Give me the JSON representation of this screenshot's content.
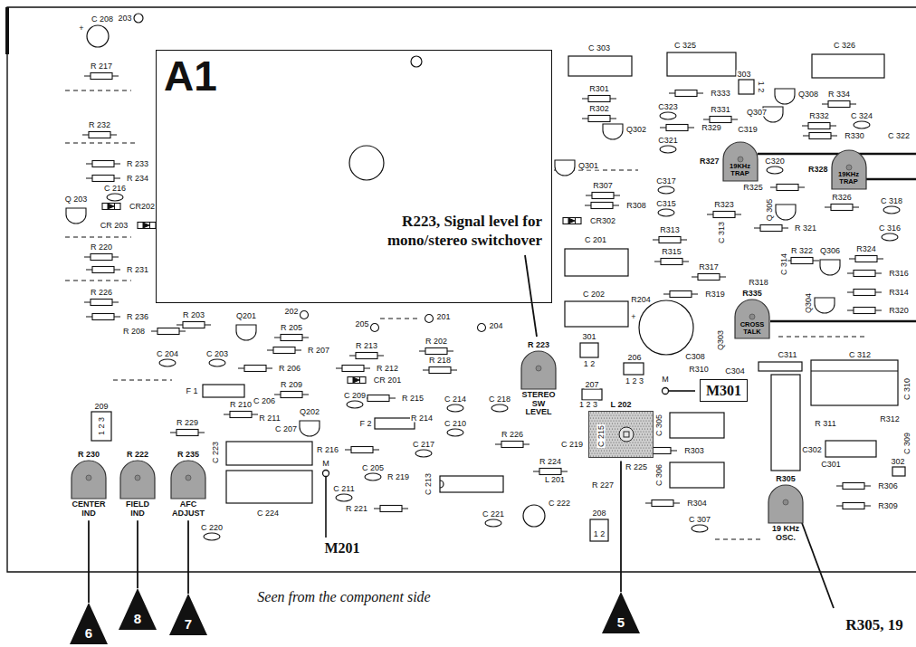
{
  "diagram": {
    "caption": "Seen from the component side",
    "nodes": [
      {
        "text": [
          "A1"
        ]
      },
      {
        "text": [
          "R327",
          "19KHz TRAP"
        ]
      },
      {
        "text": [
          "R328",
          "19KHz TRAP"
        ]
      },
      {
        "text": [
          "R335",
          "CROSS TALK"
        ]
      },
      {
        "text": [
          "R 223",
          "STEREO SW LEVEL"
        ]
      },
      {
        "text": [
          "M301"
        ]
      },
      {
        "text": [
          "L 202"
        ]
      },
      {
        "text": [
          "R 230",
          "CENTER IND"
        ]
      },
      {
        "text": [
          "R 222",
          "FIELD IND"
        ]
      },
      {
        "text": [
          "R 235",
          "AFC ADJUST"
        ]
      },
      {
        "text": [
          "R305",
          "19 KHz OSC."
        ]
      },
      {
        "text": [
          "6"
        ]
      },
      {
        "text": [
          "8"
        ]
      },
      {
        "text": [
          "7"
        ]
      },
      {
        "text": [
          "5"
        ]
      }
    ],
    "edges": [
      {
        "from": 11,
        "to": 7,
        "arrow": "none"
      },
      {
        "from": 12,
        "to": 8,
        "arrow": "none"
      },
      {
        "from": 13,
        "to": 9,
        "arrow": "none"
      },
      {
        "from": 14,
        "to": 6,
        "arrow": "none"
      }
    ],
    "labels": [
      "C 208",
      "203",
      "+",
      "R 217",
      "R 232",
      "R 233",
      "R 234",
      "Q 203",
      "C 216",
      "CR202",
      "CR 203",
      "R 220",
      "R 231",
      "R 226",
      "R 236",
      "R 203",
      "R 208",
      "Q201",
      "202",
      "R 205",
      "205",
      "201",
      "204",
      "R 207",
      "R 213",
      "R 202",
      "C 204",
      "C 203",
      "R 206",
      "R 212",
      "R 218",
      "R 209",
      "CR 201",
      "F 1",
      "R 210",
      "C 206",
      "C 209",
      "R 215",
      "C 214",
      "C 218",
      "209",
      "1 2 3",
      "R 211",
      "Q202",
      "R 214",
      "R 229",
      "C 207",
      "F 2",
      "C 210",
      "C 217",
      "R 216",
      "R 226",
      "C 219",
      "C 223",
      "C 205",
      "R 219",
      "M",
      "R 224",
      "R 225",
      "R 227",
      "C 211",
      "C 213",
      "L 201",
      "R 221",
      "C 224",
      "C 221",
      "C 222",
      "C 220",
      "208",
      "1 2",
      "M201",
      "C 303",
      "R301",
      "R302",
      "Q302",
      "Q301",
      "R307",
      "R308",
      "CR302",
      "C 201",
      "C317",
      "C315",
      "C 325",
      "303",
      "1 2",
      "C 326",
      "C323",
      "R333",
      "R331",
      "Q307",
      "R 334",
      "Q308",
      "R332",
      "C 324",
      "C321",
      "R329",
      "C319",
      "R330",
      "C 322",
      "C320",
      "R325",
      "R323",
      "R326",
      "C 318",
      "Q 305",
      "C 313",
      "R313",
      "R 321",
      "C 316",
      "R315",
      "R 322",
      "Q306",
      "R324",
      "R317",
      "C 314",
      "R318",
      "R316",
      "R314",
      "C 202",
      "R204",
      "R319",
      "Q304",
      "R320",
      "Q303",
      "+",
      "301",
      "1 2",
      "C308",
      "C311",
      "C 312",
      "206",
      "1 2 3",
      "R310",
      "C304",
      "207",
      "1 2 3",
      "M",
      "C 310",
      "C 305",
      "R312",
      "R 311",
      "C 309",
      "R303",
      "C302",
      "C301",
      "302",
      "C 306",
      "R306",
      "R304",
      "R309",
      "C 307",
      "C 215",
      "R223, Signal level for mono/stereo switchover",
      "R305, 19"
    ]
  }
}
